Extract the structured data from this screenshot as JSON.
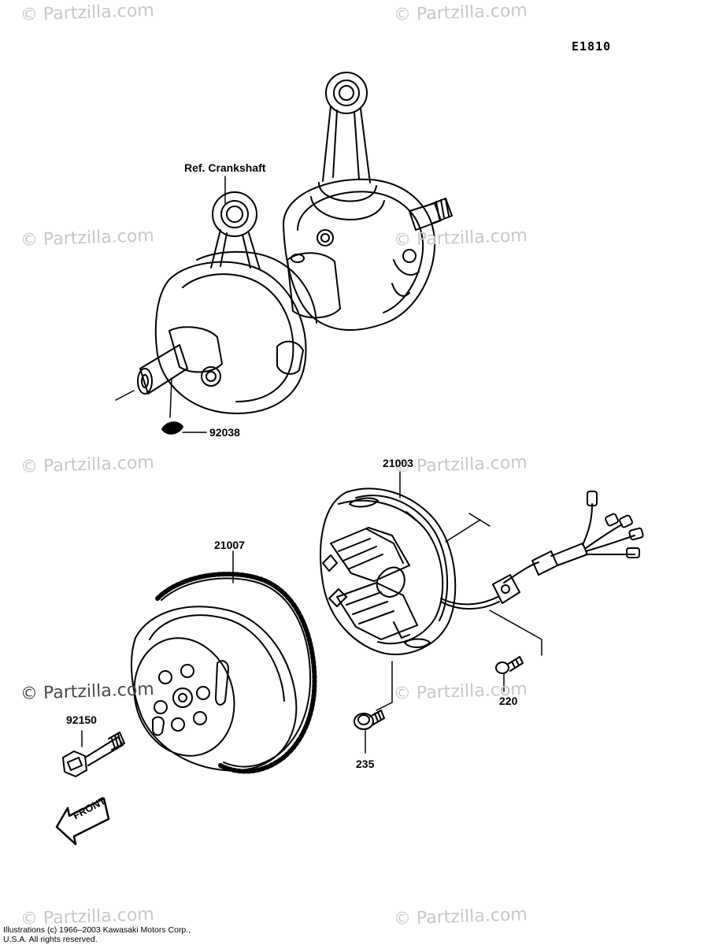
{
  "diagram_code": "E1810",
  "watermark_text": "© Partzilla.com",
  "labels": {
    "ref_crankshaft": "Ref. Crankshaft",
    "key": "92038",
    "stator": "21003",
    "flywheel": "21007",
    "bolt_flywheel": "92150",
    "screw_stator": "235",
    "screw_clamp": "220",
    "front_arrow": "FRONT"
  },
  "copyright_line1": "Illustrations (c) 1966–2003 Kawasaki Motors Corp.,",
  "copyright_line2": "U.S.A.  All rights reserved."
}
